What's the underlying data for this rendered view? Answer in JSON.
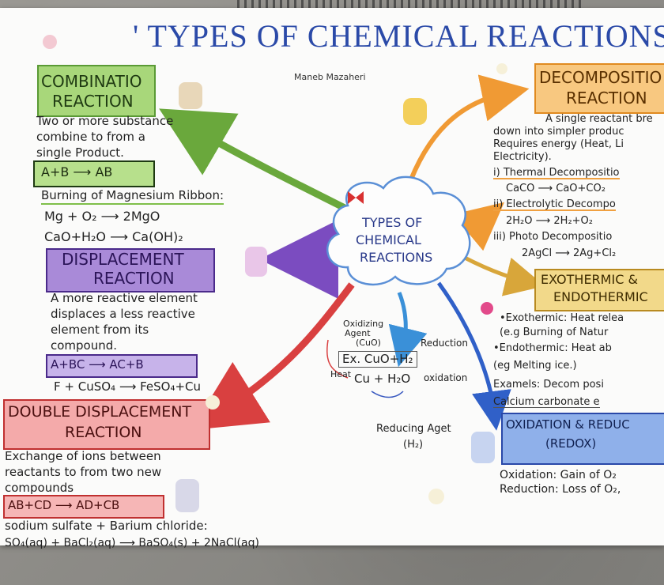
{
  "title": "' TYPES OF CHEMICAL REACTIONS '",
  "author": "Maneb Mazaheri",
  "center": {
    "line1": "TYPES OF",
    "line2": "CHEMICAL",
    "line3": "REACTIONS"
  },
  "combination": {
    "heading1": "COMBINATIO",
    "heading2": "REACTION",
    "desc1": "Two or more substance",
    "desc2": "combine to from a",
    "desc3": "single Product.",
    "formula": "A+B ⟶ AB",
    "example_title": "Burning of Magnesium Ribbon:",
    "eq1": "Mg + O₂ ⟶ 2MgO",
    "eq2": "CaO+H₂O ⟶ Ca(OH)₂"
  },
  "displacement": {
    "heading1": "DISPLACEMENT",
    "heading2": "REACTION",
    "desc1": "A more reactive element",
    "desc2": "displaces a less reactive",
    "desc3": "element from its",
    "desc4": "compound.",
    "formula": "A+BC ⟶ AC+B",
    "eq": "F + CuSO₄ ⟶ FeSO₄+Cu"
  },
  "double_displacement": {
    "heading1": "DOUBLE DISPLACEMENT",
    "heading2": "REACTION",
    "desc1": "Exchange of ions between",
    "desc2": "reactants to from two new",
    "desc3": "compounds",
    "formula": "AB+CD ⟶ AD+CB",
    "example1": "sodium sulfate + Barium chloride:",
    "example2": "SO₄(aq) + BaCl₂(aq) ⟶ BaSO₄(s) + 2NaCl(aq)"
  },
  "decomposition": {
    "heading1": "DECOMPOSITIO",
    "heading2": "REACTION",
    "desc1": "A single reactant bre",
    "desc2": "down into simpler produc",
    "desc3": "Requires energy (Heat, Li",
    "desc4": "Electricity).",
    "item1": "i) Thermal Decompositio",
    "eq1": "CaCO ⟶ CaO+CO₂",
    "item2": "ii) Electrolytic Decompo",
    "eq2": "2H₂O ⟶ 2H₂+O₂",
    "item3": "iii) Photo Decompositio",
    "eq3": "2AgCl ⟶ 2Ag+Cl₂"
  },
  "exothermic": {
    "heading1": "EXOTHERMIC &",
    "heading2": "ENDOTHERMIC",
    "line1": "•Exothermic: Heat relea",
    "line2": "(e.g Burning of Natur",
    "line3": "•Endothermic: Heat ab",
    "line4": "(eg Melting ice.)",
    "line5": "Examels: Decom posi",
    "line6": "Calcium carbonate e"
  },
  "redox": {
    "heading1": "OXIDATION & REDUC",
    "heading2": "(REDOX)",
    "oxidation": "Oxidation: Gain of O₂",
    "reduction": "Reduction: Loss of O₂,",
    "oxidizing_agent1": "Oxidizing",
    "oxidizing_agent2": "Agent",
    "oxidizing_agent3": "(CuO)",
    "reduction_label": "Reduction",
    "example_label": "Ex. CuO+H₂",
    "heat_label": "Heat",
    "products": "Cu + H₂O",
    "oxidation_label": "oxidation",
    "reducing_agent1": "Reducing Aget",
    "reducing_agent2": "(H₂)"
  },
  "colors": {
    "green": "#7fbf4a",
    "purple": "#8a55c9",
    "red": "#e04848",
    "orange": "#f0a040",
    "yellow": "#e2b64a",
    "blue": "#3f6fd0",
    "ink": "#222222"
  }
}
